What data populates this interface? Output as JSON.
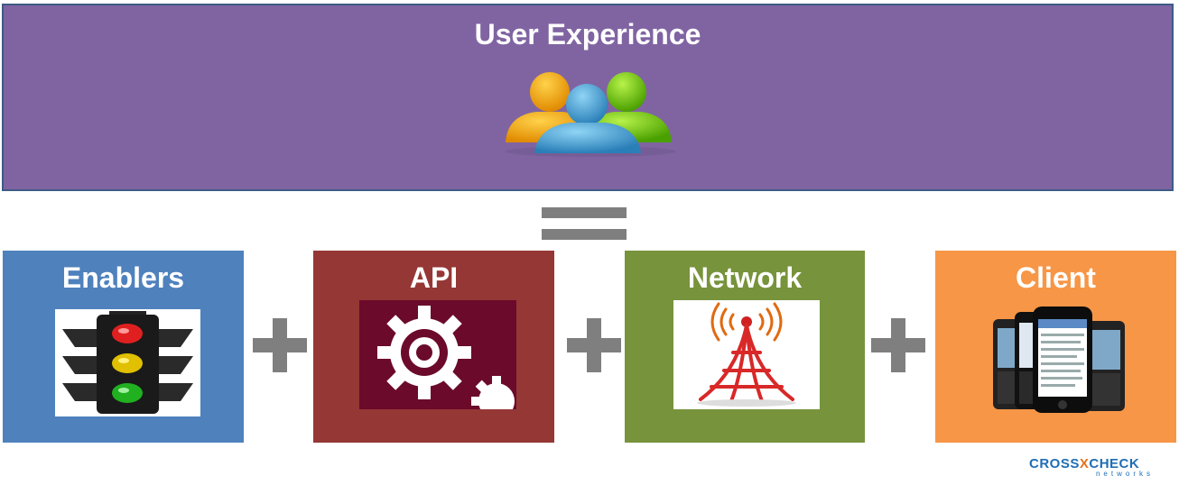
{
  "banner": {
    "title": "User Experience",
    "icon": "users-group-icon",
    "color": "#8064a2"
  },
  "operators": {
    "equals": "equals-icon",
    "plus": "plus-icon"
  },
  "components": [
    {
      "title": "Enablers",
      "color": "#4f81bd",
      "icon": "traffic-light-icon"
    },
    {
      "title": "API",
      "color": "#953735",
      "icon": "gear-icon"
    },
    {
      "title": "Network",
      "color": "#77933c",
      "icon": "antenna-tower-icon"
    },
    {
      "title": "Client",
      "color": "#f79646",
      "icon": "smartphones-icon"
    }
  ],
  "logo": {
    "part1": "CROSS",
    "part2": "X",
    "part3": "CHECK",
    "sub": "networks"
  }
}
